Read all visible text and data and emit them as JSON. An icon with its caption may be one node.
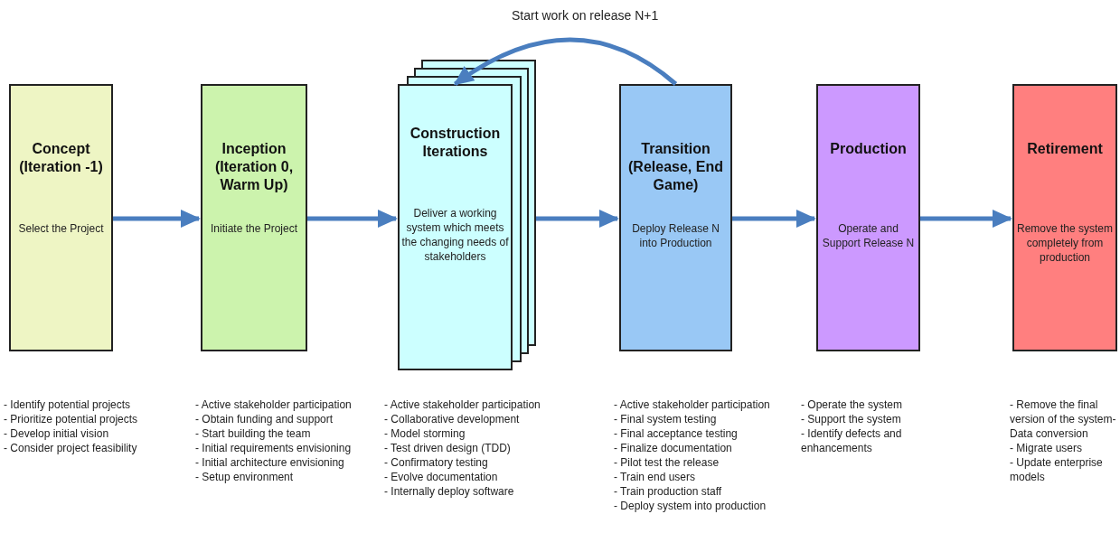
{
  "diagram": {
    "nodes": [
      {
        "text": [
          "Concept (Iteration -1)",
          "Select the Project"
        ],
        "beside": [
          "- Identify potential projects",
          "- Prioritize potential projects",
          "- Develop initial vision",
          "- Consider project feasibility"
        ]
      },
      {
        "text": [
          "Inception (Iteration 0, Warm Up)",
          "Initiate the Project"
        ],
        "beside": [
          "- Active stakeholder participation",
          "- Obtain funding and support",
          "- Start building the team",
          "- Initial requirements envisioning",
          "- Initial architecture envisioning",
          "- Setup environment"
        ]
      },
      {
        "text": [
          "Construction Iterations",
          "Deliver a working system which meets the changing needs of stakeholders"
        ],
        "beside": [
          "- Active stakeholder participation",
          "- Collaborative development",
          "- Model storming",
          "- Test driven design (TDD)",
          "- Confirmatory testing",
          "- Evolve documentation",
          "- Internally deploy software"
        ]
      },
      {
        "text": [
          "Transition (Release, End Game)",
          "Deploy Release N into Production"
        ],
        "beside": [
          "- Active stakeholder participation",
          "- Final system testing",
          "- Final acceptance testing",
          "- Finalize documentation",
          "- Pilot test the release",
          "- Train end users",
          "- Train production staff",
          "- Deploy system into production"
        ]
      },
      {
        "text": [
          "Production",
          "Operate and Support Release N"
        ],
        "beside": [
          "- Operate the system",
          "- Support the system",
          "- Identify defects and enhancements"
        ]
      },
      {
        "text": [
          "Retirement",
          "Remove the system completely from production"
        ],
        "beside": [
          "- Remove the final version of the system- Data conversion",
          "- Migrate users",
          "- Update enterprise models"
        ]
      }
    ],
    "edges": [
      {
        "from": 0,
        "to": 1,
        "arrow": "to"
      },
      {
        "from": 1,
        "to": 2,
        "arrow": "to"
      },
      {
        "from": 2,
        "to": 3,
        "arrow": "to"
      },
      {
        "from": 3,
        "to": 4,
        "arrow": "to"
      },
      {
        "from": 4,
        "to": 5,
        "arrow": "to"
      },
      {
        "from": 3,
        "to": 2,
        "arrow": "to",
        "label": "Start work on release N+1"
      }
    ]
  }
}
